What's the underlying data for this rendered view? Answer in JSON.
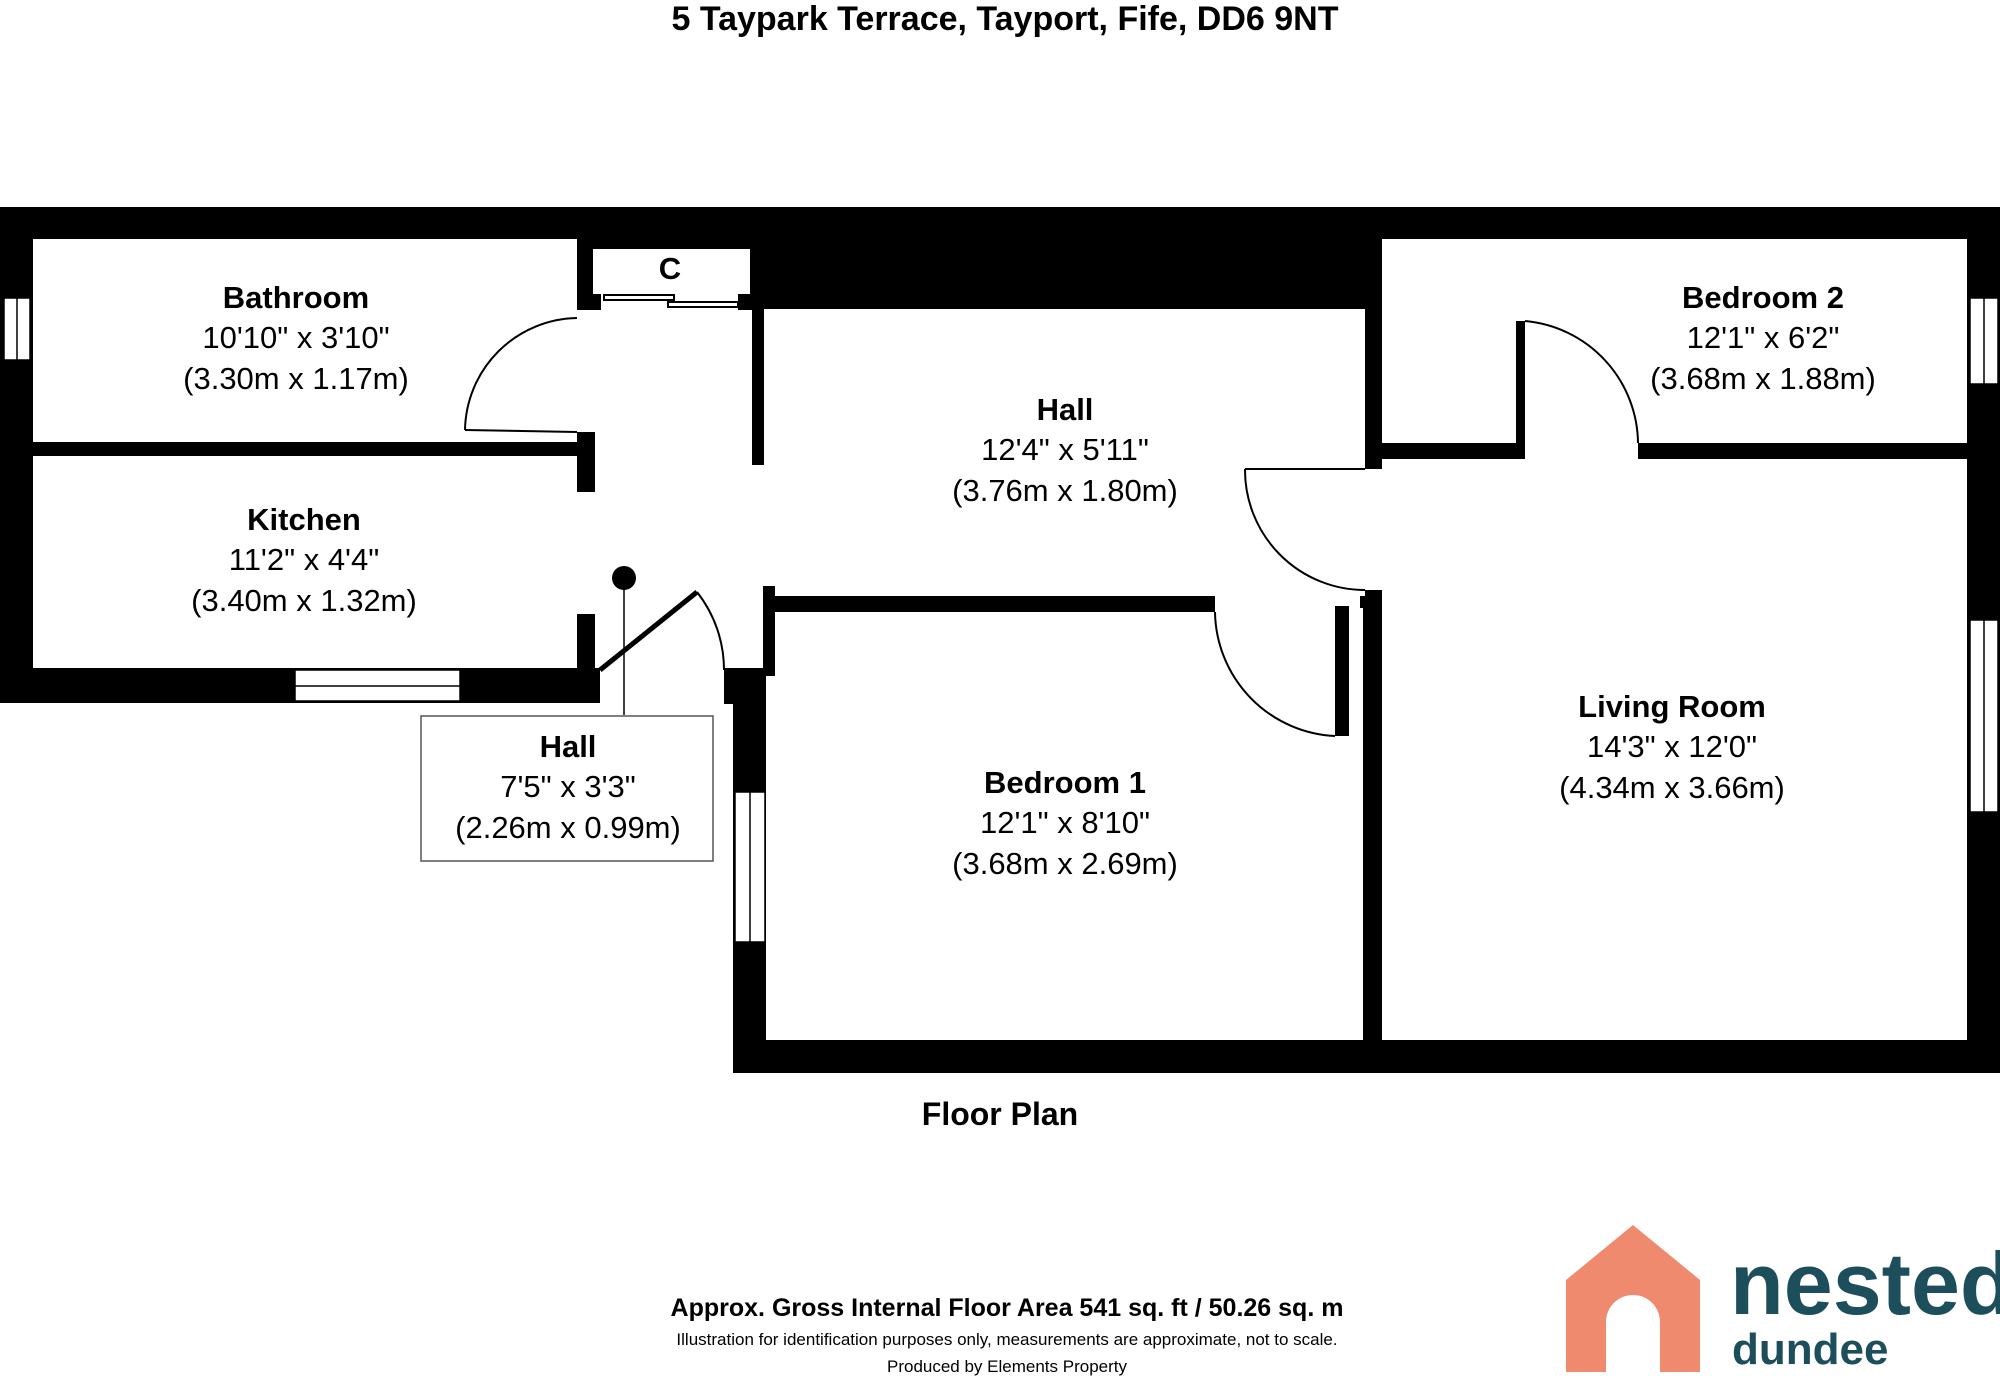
{
  "title": "5 Taypark Terrace, Tayport, Fife, DD6 9NT",
  "rooms": {
    "bathroom": {
      "name": "Bathroom",
      "imperial": "10'10\" x 3'10\"",
      "metric": "(3.30m x 1.17m)"
    },
    "kitchen": {
      "name": "Kitchen",
      "imperial": "11'2\" x 4'4\"",
      "metric": "(3.40m x 1.32m)"
    },
    "hall_main": {
      "name": "Hall",
      "imperial": "12'4\" x 5'11\"",
      "metric": "(3.76m x 1.80m)"
    },
    "hall_entry": {
      "name": "Hall",
      "imperial": "7'5\" x 3'3\"",
      "metric": "(2.26m x 0.99m)"
    },
    "bedroom1": {
      "name": "Bedroom 1",
      "imperial": "12'1\" x 8'10\"",
      "metric": "(3.68m x 2.69m)"
    },
    "bedroom2": {
      "name": "Bedroom 2",
      "imperial": "12'1\" x 6'2\"",
      "metric": "(3.68m x 1.88m)"
    },
    "living": {
      "name": "Living Room",
      "imperial": "14'3\" x 12'0\"",
      "metric": "(4.34m x 3.66m)"
    }
  },
  "closet_label": "C",
  "floor_label": "Floor Plan",
  "area": "Approx. Gross Internal Floor Area 541 sq. ft / 50.26 sq. m",
  "disclaimer": "Illustration for identification purposes only, measurements are approximate, not to scale.",
  "producer": "Produced by Elements Property",
  "logo": {
    "main": "nested",
    "sub": "dundee",
    "icon": "house-icon"
  },
  "colors": {
    "wall": "#000000",
    "logo_orange": "#f08a6e",
    "logo_teal": "#1d4e5c"
  }
}
